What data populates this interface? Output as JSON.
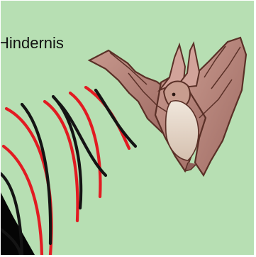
{
  "label": "Hindernis",
  "colors": {
    "background": "#b7dfb3",
    "wave_red": "#e21b22",
    "wave_black": "#141414",
    "obstacle": "#050505",
    "bat_body": "#b9867d",
    "bat_fur": "#e3d9cc",
    "bat_outline": "#5a3027"
  },
  "icons": {
    "bat": "bat-illustration",
    "obstacle": "obstacle-shape",
    "echo_waves": "sound-wave-arcs"
  }
}
